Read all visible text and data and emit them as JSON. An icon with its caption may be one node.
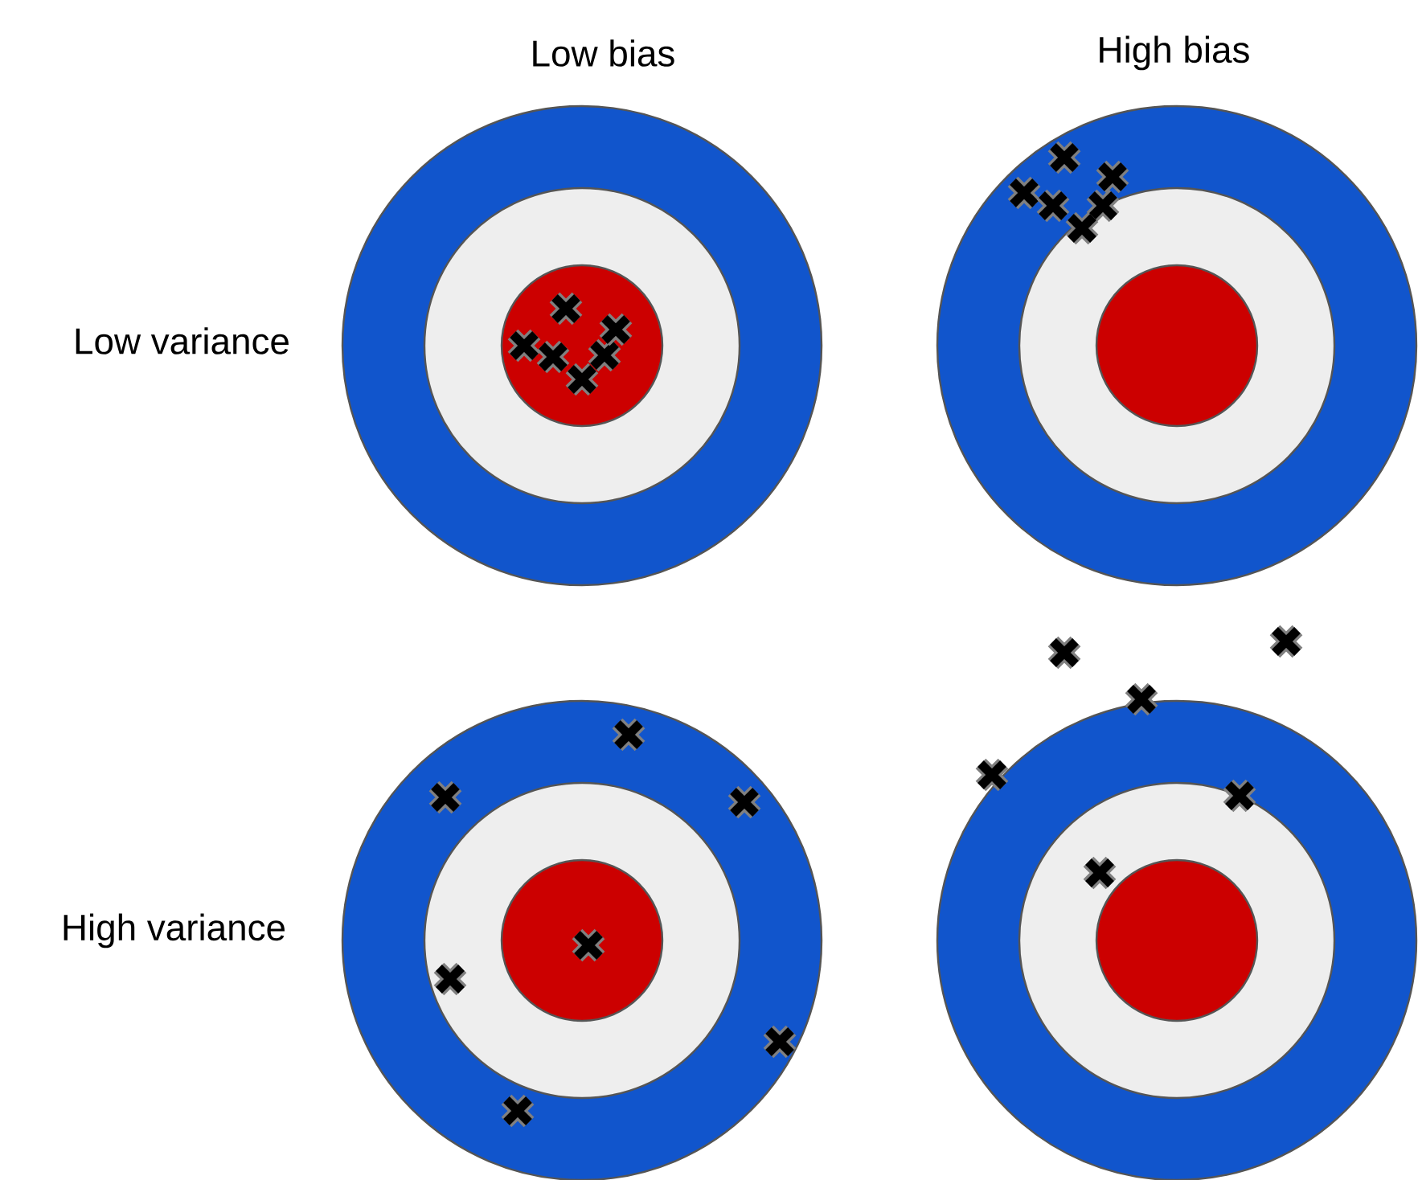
{
  "diagram": {
    "labels": [
      "Low bias",
      "High bias",
      "Low variance",
      "High variance"
    ]
  }
}
